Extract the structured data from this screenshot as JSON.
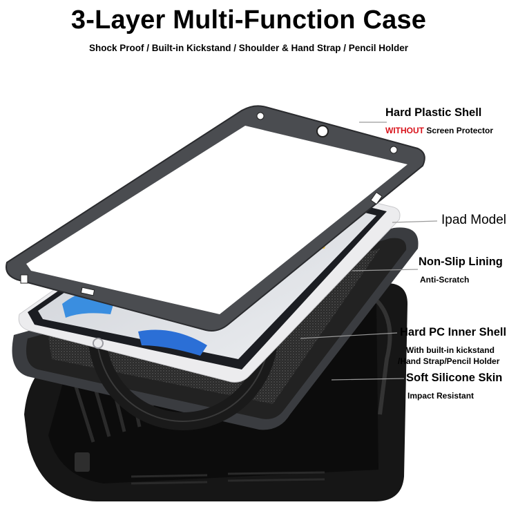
{
  "header": {
    "title": "3-Layer Multi-Function Case",
    "subtitle": "Shock Proof / Built-in Kickstand / Shoulder & Hand Strap / Pencil Holder"
  },
  "callouts": {
    "hard_shell": {
      "title": "Hard Plastic Shell",
      "note_highlight": "WITHOUT",
      "note_rest": " Screen Protector"
    },
    "ipad": {
      "title": "Ipad Model"
    },
    "lining": {
      "title": "Non-Slip Lining",
      "note": "Anti-Scratch"
    },
    "inner_shell": {
      "title": "Hard PC Inner Shell",
      "note_line1": "With built-in kickstand",
      "note_line2": "/Hand Strap/Pencil Holder"
    },
    "silicone": {
      "title": "Soft Silicone Skin",
      "note": "Impact Resistant"
    }
  },
  "colors": {
    "warning_text": "#d8121a",
    "case_black": "#1a1a1a",
    "frame_gray": "#4a4c50",
    "screen_red": "#e8262a",
    "screen_blue": "#3a8ee0",
    "screen_yellow": "#f3c64a"
  }
}
